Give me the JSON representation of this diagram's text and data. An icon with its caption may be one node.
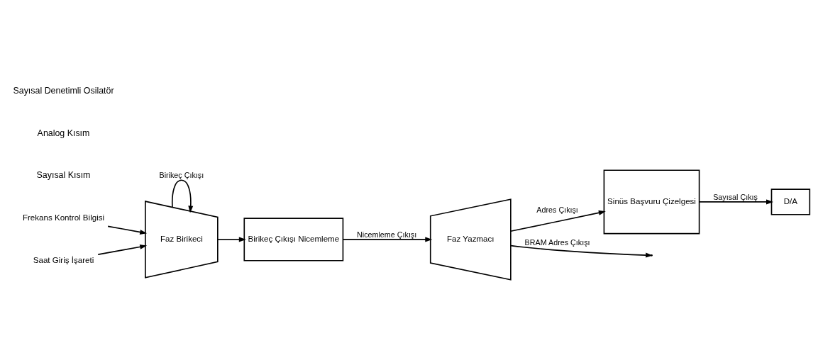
{
  "diagram": {
    "nodes": [
      {
        "text": [
          "Frekans Kontrol Bilgisi"
        ]
      },
      {
        "text": [
          "Faz Birikeci"
        ]
      },
      {
        "text": [
          "Saat Giriş İşareti"
        ]
      },
      {
        "text": [
          "Birikeç Çıkışı Nicemleme"
        ]
      },
      {
        "text": [
          "Faz Yazmacı"
        ]
      },
      {
        "text": [
          "Sinüs Başvuru Çizelgesi"
        ]
      },
      {
        "text": [
          "D/A"
        ]
      }
    ],
    "edges": [
      {
        "from": 1,
        "to": 1,
        "arrow": "to",
        "label": "Birikeç Çıkışı"
      },
      {
        "from": 0,
        "to": 1,
        "arrow": "to"
      },
      {
        "from": 2,
        "to": 1,
        "arrow": "to"
      },
      {
        "from": 1,
        "to": 3,
        "arrow": "to"
      },
      {
        "from": 3,
        "to": 4,
        "arrow": "to",
        "label": "Nicemleme Çıkışı"
      },
      {
        "from": 4,
        "to": 5,
        "arrow": "to",
        "label": "Adres Çıkışı"
      },
      {
        "from": 5,
        "to": 6,
        "arrow": "to",
        "label": "Sayısal Çıkış"
      },
      {
        "from": 4,
        "to": null,
        "arrow": "to",
        "label": "BRAM Adres Çıkışı"
      }
    ],
    "labels": [
      "Sayısal Kısım",
      "Analog Kısım",
      "Sayısal Denetimli Osilatör"
    ]
  }
}
